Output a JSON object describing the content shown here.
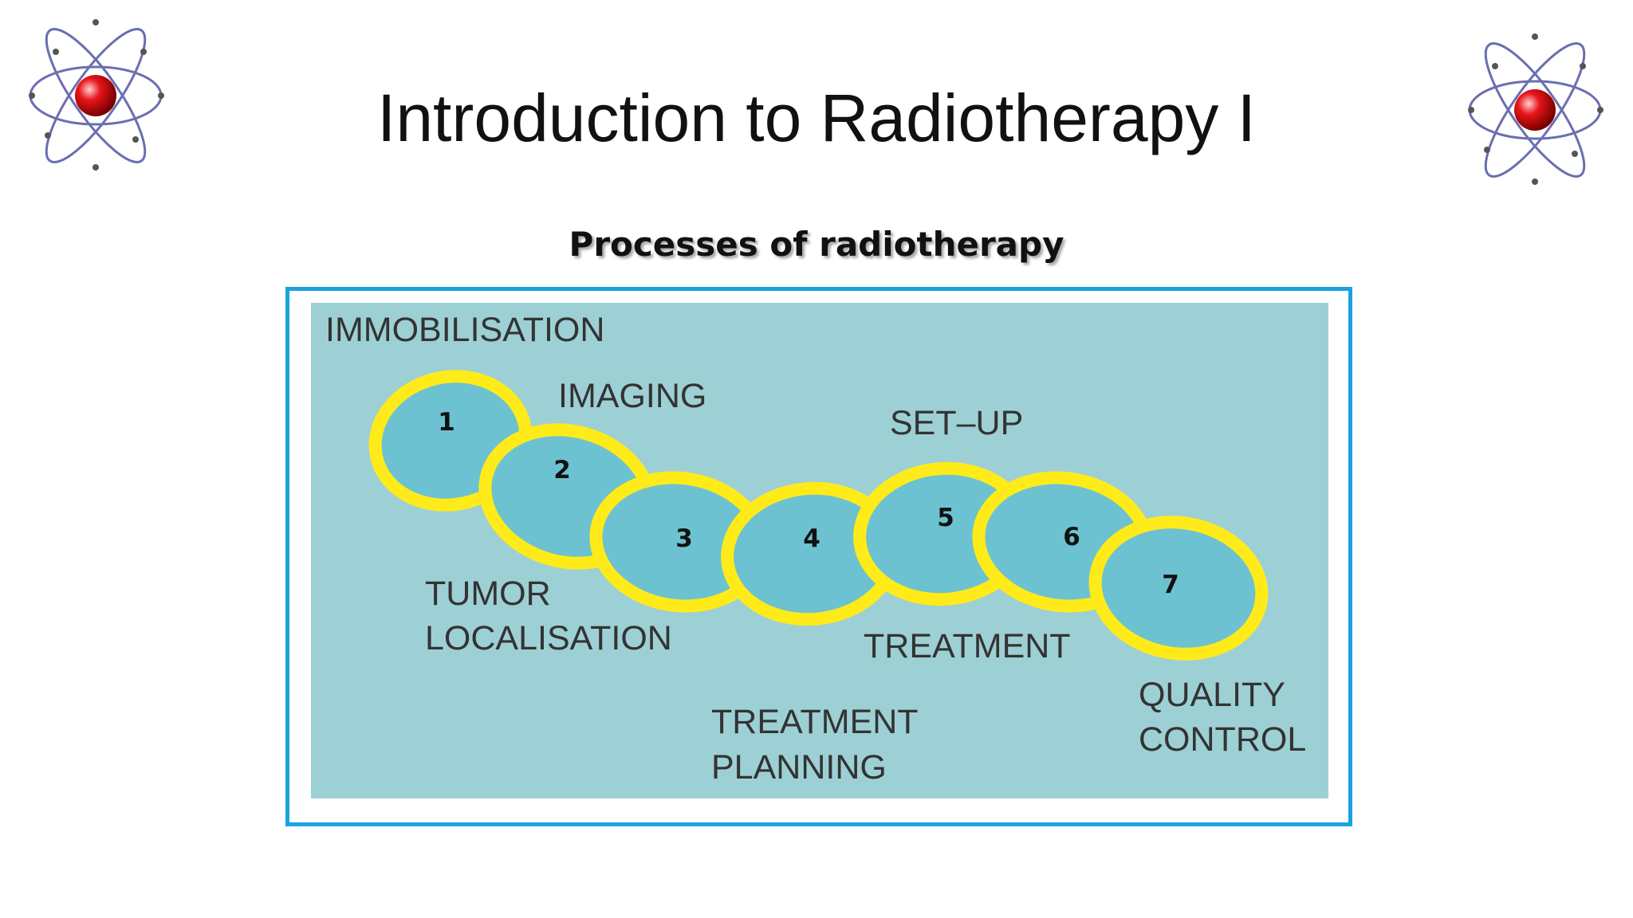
{
  "slide": {
    "title": "Introduction to Radiotherapy I",
    "subtitle": "Processes of radiotherapy"
  },
  "diagram": {
    "labels": {
      "immobilisation": "IMMOBILISATION",
      "imaging": "IMAGING",
      "tumor": "TUMOR",
      "localisation": "LOCALISATION",
      "setup": "SET–UP",
      "treatment": "TREATMENT",
      "treatment_planning_1": "TREATMENT",
      "treatment_planning_2": "PLANNING",
      "quality": "QUALITY",
      "control": "CONTROL"
    },
    "rings": [
      "1",
      "2",
      "3",
      "4",
      "5",
      "6",
      "7"
    ]
  },
  "colors": {
    "frame": "#1aa3df",
    "panel": "#9dd0d5",
    "ring_fill": "#6cc2d0",
    "ring_stroke": "#ffeb1a",
    "nucleus": "#e8151a",
    "orbit": "#6a6fb0"
  },
  "icons": [
    "atom-icon"
  ]
}
